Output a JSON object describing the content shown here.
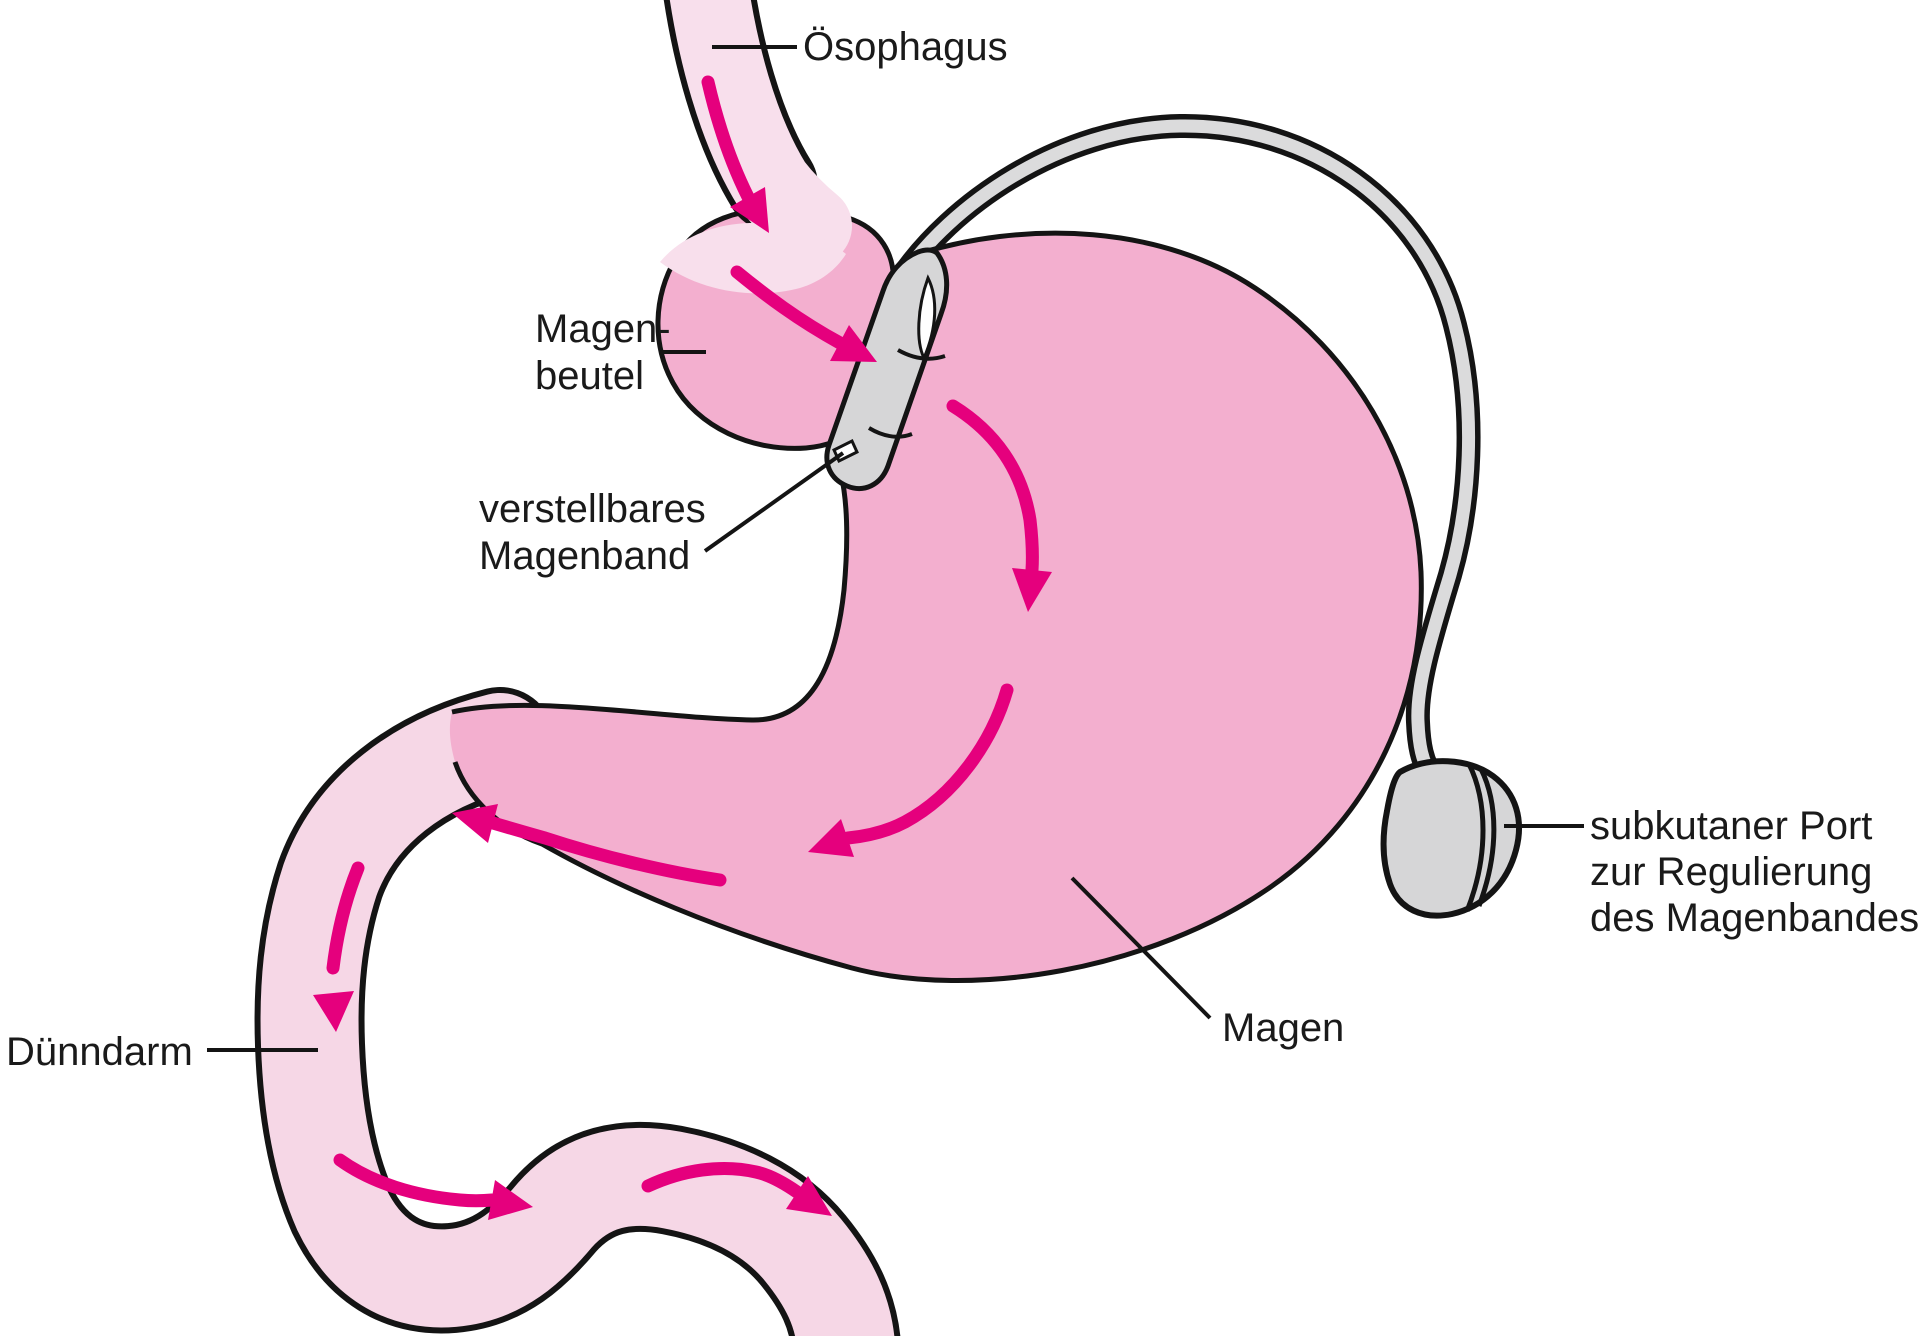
{
  "figure": {
    "labels": {
      "oesophagus": {
        "text": "Ösophagus"
      },
      "magenbeutel": {
        "line1": "Magen-",
        "line2": "beutel"
      },
      "magenband": {
        "line1": "verstellbares",
        "line2": "Magenband"
      },
      "duenndarm": {
        "text": "Dünndarm"
      },
      "magen": {
        "text": "Magen"
      },
      "port": {
        "line1": "subkutaner Port",
        "line2": "zur Regulierung",
        "line3": "des Magenbandes"
      }
    },
    "icons": {
      "flow_arrows": [
        "esophagus-flow-arrow-down",
        "pouch-flow-arrow-toward-band",
        "stomach-upper-flow-arrow-down",
        "stomach-lower-flow-arrow-down-left",
        "pylorus-flow-arrow-left",
        "duodenum-flow-arrow-down",
        "intestine-flow-arrow-right-1",
        "intestine-flow-arrow-right-2"
      ]
    },
    "colors": {
      "background": "#FFFFFF",
      "stomach_pink": "#F3AFCF",
      "esophagus_light_pink": "#F8DFEC",
      "intestine_light_pink": "#F6D7E6",
      "device_gray": "#D6D6D7",
      "tube_gray": "#DBDBDC",
      "outline_black": "#141414",
      "arrow_magenta": "#E5007D",
      "label_text": "#1A1A1A"
    }
  }
}
